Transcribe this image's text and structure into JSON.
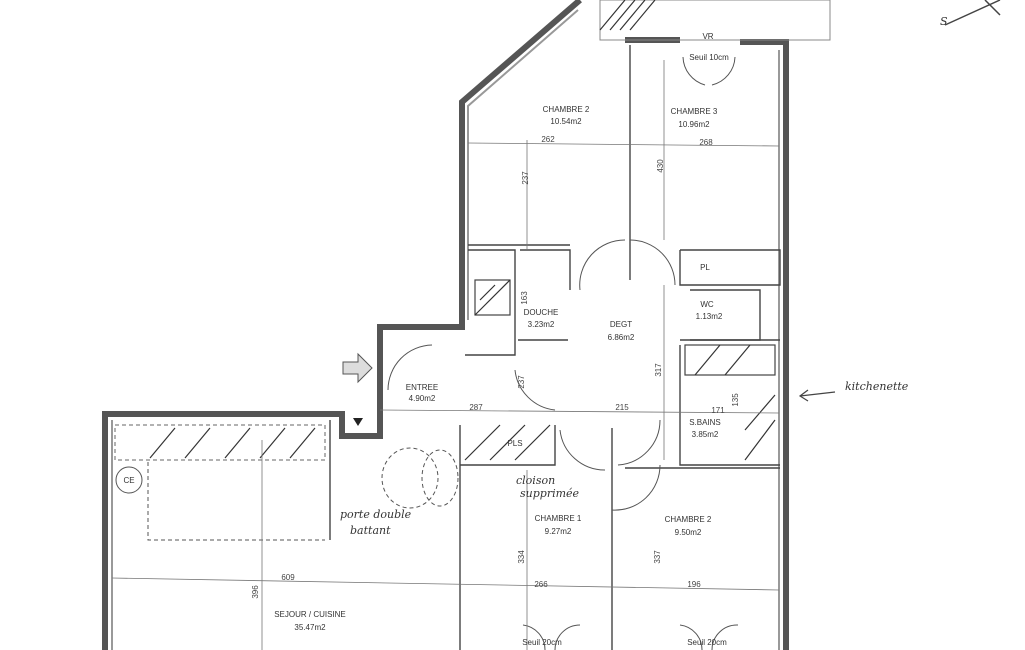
{
  "rooms": {
    "chambre2_top": {
      "name": "CHAMBRE 2",
      "area": "10.54m2"
    },
    "chambre3": {
      "name": "CHAMBRE 3",
      "area": "10.96m2"
    },
    "douche": {
      "name": "DOUCHE",
      "area": "3.23m2"
    },
    "degt": {
      "name": "DEGT",
      "area": "6.86m2"
    },
    "wc": {
      "name": "WC",
      "area": "1.13m2"
    },
    "entree": {
      "name": "ENTREE",
      "area": "4.90m2"
    },
    "sbains": {
      "name": "S.BAINS",
      "area": "3.85m2"
    },
    "chambre1": {
      "name": "CHAMBRE 1",
      "area": "9.27m2"
    },
    "chambre2_bottom": {
      "name": "CHAMBRE 2",
      "area": "9.50m2"
    },
    "sejour": {
      "name": "SEJOUR / CUISINE",
      "area": "35.47m2"
    }
  },
  "fixtures": {
    "pl": "PL",
    "pls": "PLS",
    "ce": "CE",
    "vr": "VR",
    "seuil_top": "Seuil 10cm",
    "seuil_ch1": "Seuil 20cm",
    "seuil_ch2": "Seuil 20cm"
  },
  "dimensions": {
    "d262": "262",
    "d268": "268",
    "d237a": "237",
    "d430": "430",
    "d163": "163",
    "d287": "287",
    "d237b": "237",
    "d215": "215",
    "d171": "171",
    "d135": "135",
    "d317": "317",
    "d334": "334",
    "d266": "266",
    "d337": "337",
    "d196": "196",
    "d609": "609",
    "d396": "396"
  },
  "annotations": {
    "kitchenette": "kitchenette",
    "porte_line1": "porte double",
    "porte_line2": "battant",
    "cloison_line1": "cloison",
    "cloison_line2": "supprimée",
    "compass": "S"
  }
}
